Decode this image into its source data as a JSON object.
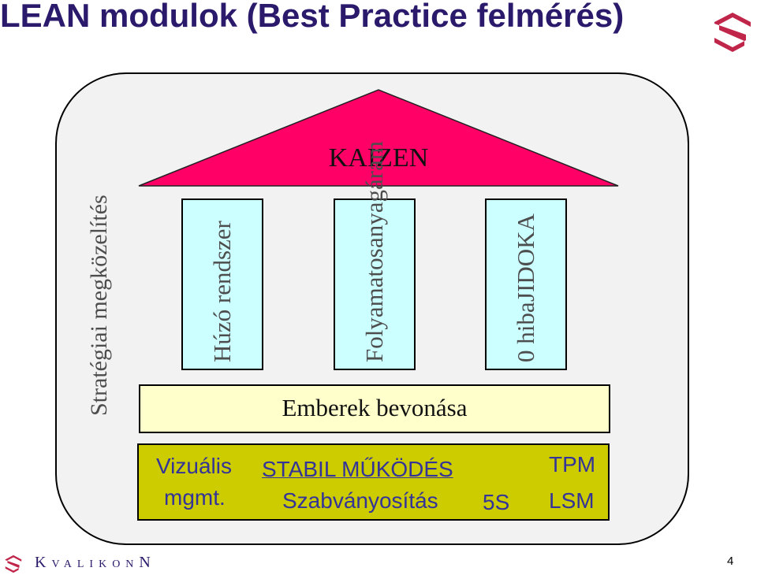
{
  "header": {
    "title": "LEAN modulok (Best Practice felmérés)"
  },
  "side": {
    "label": "Stratégiai megközelítés"
  },
  "roof": {
    "label": "KAIZEN",
    "color": "#ff0066"
  },
  "pillars": [
    {
      "label": "Húzó rendszer",
      "color": "#ccffff"
    },
    {
      "label_line1": "Folyamatos",
      "label_line2": "anyagáram",
      "color": "#ccffff"
    },
    {
      "label_line1": "0 hiba",
      "label_line2": "JIDOKA",
      "color": "#ccffff"
    }
  ],
  "beam": {
    "label": "Emberek bevonása",
    "color": "#ffffcc"
  },
  "foundation": {
    "color": "#cccc00",
    "vizualis_line1": "Vizuális",
    "vizualis_line2": "mgmt.",
    "stabil": "STABIL MŰKÖDÉS",
    "szabvanyositas": "Szabványosítás",
    "five_s": "5S",
    "tpm": "TPM",
    "lsm": "LSM"
  },
  "footer": {
    "brand_first": "K",
    "brand_rest": "VALIKON",
    "brand_last": "N",
    "page_number": "4"
  },
  "logo": {
    "icon": "kvalikon-logo-icon",
    "color": "#c0254a"
  }
}
